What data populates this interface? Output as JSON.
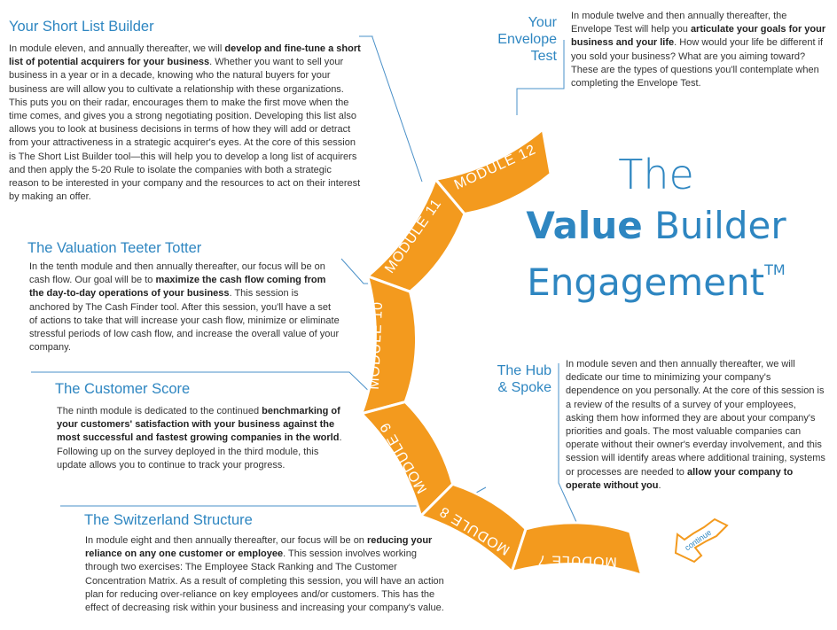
{
  "short_list": {
    "title": "Your Short List Builder",
    "p1": "In module eleven, and annually thereafter, we will ",
    "b1": "develop and fine-tune a short list of potential acquirers for your business",
    "p2": ". Whether you want to sell your business in a year or in a decade, knowing who the natural buyers for your business are will allow you to cultivate a relationship with these organizations. This puts you on their radar, encourages them to make the first move when the time comes, and gives you a strong negotiating position. Developing this list also allows you to look at business decisions in terms of how they will add or detract from your attractiveness in a strategic acquirer's eyes. At the core of this session is The Short List Builder tool—this will help you to develop a long list of acquirers and then apply the 5-20 Rule to isolate the companies with both a strategic reason to be interested in your company and the resources to act on their interest by making an offer."
  },
  "valuation": {
    "title": "The Valuation Teeter Totter",
    "p1": "In the tenth module and then annually thereafter, our focus will be on cash flow. Our goal will be to ",
    "b1": "maximize the cash flow coming from the day-to-day operations of your business",
    "p2": ". This session is anchored by The Cash Finder tool. After this session, you'll have a set of actions to take that will increase your cash flow, minimize or eliminate stressful periods of low cash flow, and increase the overall value of your company."
  },
  "customer_score": {
    "title": "The Customer Score",
    "p1": "The ninth module is dedicated to the continued ",
    "b1": "benchmarking of your customers' satisfaction with your business against the most successful and fastest growing companies in the world",
    "p2": ". Following up on the survey deployed in the third module, this update allows you to continue to track your progress."
  },
  "switzerland": {
    "title": "The Switzerland Structure",
    "p1": "In module eight and then annually thereafter, our focus will be on ",
    "b1": "reducing your reliance on any one customer or employee",
    "p2": ". This session involves working through two exercises: The Employee Stack Ranking and The Customer Concentration Matrix. As a result of completing this session, you will have an action plan for reducing over-reliance on key employees and/or customers. This has the effect of decreasing risk within your business and increasing your company's value."
  },
  "envelope": {
    "title_l1": "Your",
    "title_l2": "Envelope",
    "title_l3": "Test",
    "p1": "In module twelve and then annually thereafter, the Envelope Test will help you ",
    "b1": "articulate your goals for your business and your life",
    "p2": ". How would your life be different if you sold your business? What are you aiming toward? These are the types of questions you'll contemplate when completing the Envelope Test."
  },
  "hub": {
    "title_l1": "The Hub",
    "title_l2": "& Spoke",
    "p1": "In module seven and then annually thereafter, we will dedicate our time to minimizing your company's dependence on you personally. At the core of this session is a review of the results of a survey of your employees, asking them how informed they are about your company's priorities and goals. The most valuable companies can operate without their owner's everday involvement, and this session will identify areas where additional training, systems or processes are needed to ",
    "b1": "allow your company to operate without you",
    "p2": "."
  },
  "headline": {
    "line1": "The",
    "line2_bold": "Value",
    "line2_rest": " Builder",
    "line3": "Engagement",
    "tm": "TM"
  },
  "modules": [
    "MODULE 12",
    "MODULE 11",
    "MODULE 10",
    "MODULE 9",
    "MODULE 8",
    "MODULE 7"
  ],
  "continue_label": "continue",
  "colors": {
    "accent": "#2e86c1",
    "ring": "#f39a1e",
    "ring_edge": "#ffffff",
    "leader": "#4a90c8"
  }
}
